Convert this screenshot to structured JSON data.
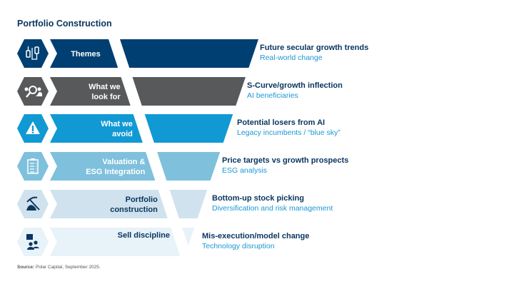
{
  "title": "Portfolio Construction",
  "rows": [
    {
      "label1": "Themes",
      "label2": "",
      "icon": "cable-plug-icon",
      "title": "Future secular growth trends",
      "subtitle": "Real-world change",
      "color": "#003f72",
      "label_color": "#ffffff",
      "icon_color": "#ffffff"
    },
    {
      "label1": "What we",
      "label2": "look for",
      "icon": "search-people-icon",
      "title": "S-Curve/growth inflection",
      "subtitle": "AI beneficiaries",
      "color": "#58595b",
      "label_color": "#ffffff",
      "icon_color": "#ffffff"
    },
    {
      "label1": "What we",
      "label2": "avoid",
      "icon": "warning-icon",
      "title": "Potential losers from AI",
      "subtitle": "Legacy incumbents / “blue sky”",
      "color": "#1199d4",
      "label_color": "#ffffff",
      "icon_color": "#ffffff"
    },
    {
      "label1": "Valuation &",
      "label2": "ESG Integration",
      "icon": "clipboard-checklist-icon",
      "title": "Price targets vs growth prospects",
      "subtitle": "ESG analysis",
      "color": "#7fc0dd",
      "label_color": "#ffffff",
      "icon_color": "#ffffff"
    },
    {
      "label1": "Portfolio",
      "label2": "construction",
      "icon": "pickaxe-icon",
      "title": "Bottom-up stock picking",
      "subtitle": "Diversification and risk management",
      "color": "#cfe2ed",
      "label_color": "#0b3660",
      "icon_color": "#0b3660"
    },
    {
      "label1": "Sell discipline",
      "label2": "",
      "icon": "people-question-icon",
      "title": "Mis-execution/model change",
      "subtitle": "Technology disruption",
      "color": "#e7f2f9",
      "label_color": "#0b3660",
      "icon_color": "#0b3660"
    }
  ],
  "source_label": "Source:",
  "source_text": "Polar Capital, September 2025.",
  "colors": {
    "title": "#0b3660",
    "subtitle": "#1a98d5"
  }
}
